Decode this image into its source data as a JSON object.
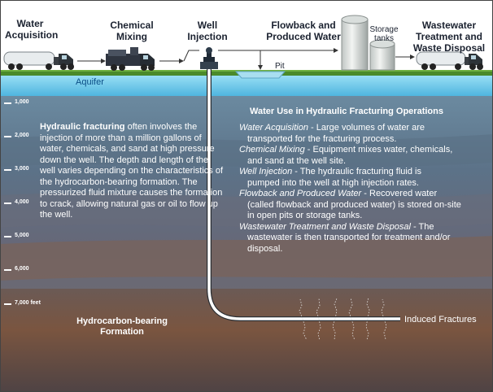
{
  "stages": {
    "water_acquisition": "Water\nAcquisition",
    "chemical_mixing": "Chemical\nMixing",
    "well_injection": "Well\nInjection",
    "flowback": "Flowback and\nProduced Water",
    "storage_tanks": "Storage\ntanks",
    "wastewater": "Wastewater\nTreatment and\nWaste Disposal",
    "pit": "Pit"
  },
  "aquifer_label": "Aquifer",
  "depth_labels": [
    "1,000",
    "2,000",
    "3,000",
    "4,000",
    "5,000",
    "6,000",
    "7,000 feet"
  ],
  "intro": {
    "bold": "Hydraulic fracturing",
    "text": " often involves the injection of more than a million gallons of water, chemicals, and sand at high pressure down the well. The depth and length of the well varies depending on the characteristics of the hydrocarbon-bearing formation. The pressurized fluid mixture causes the formation to crack, allowing natural gas or oil to flow up the well."
  },
  "water_use": {
    "title": "Water Use in Hydraulic Fracturing Operations",
    "items": [
      {
        "term": "Water Acquisition",
        "text": " - Large volumes of water are",
        "cont": "transported for the fracturing process."
      },
      {
        "term": "Chemical Mixing",
        "text": " - Equipment mixes water, chemicals,",
        "cont": "and sand at the well site."
      },
      {
        "term": "Well Injection",
        "text": " - The hydraulic fracturing fluid is",
        "cont": "pumped into the well at high injection rates."
      },
      {
        "term": "Flowback and Produced Water",
        "text": " - Recovered water",
        "cont": "(called flowback and produced water) is stored on-site in open pits or storage tanks."
      },
      {
        "term": "Wastewater Treatment and Waste Disposal",
        "text": " - The",
        "cont": "wastewater is then transported for treatment and/or disposal."
      }
    ]
  },
  "formation_label": "Hydrocarbon-bearing\nFormation",
  "fractures_label": "Induced Fractures",
  "colors": {
    "sky": "#ffffff",
    "ground": "#4a8a2a",
    "aquifer": "#7fd0ef",
    "rock_top": "#5b7d94",
    "rock_mid": "#6e6a74",
    "formation": "#7a5540",
    "well": "#ffffff"
  }
}
